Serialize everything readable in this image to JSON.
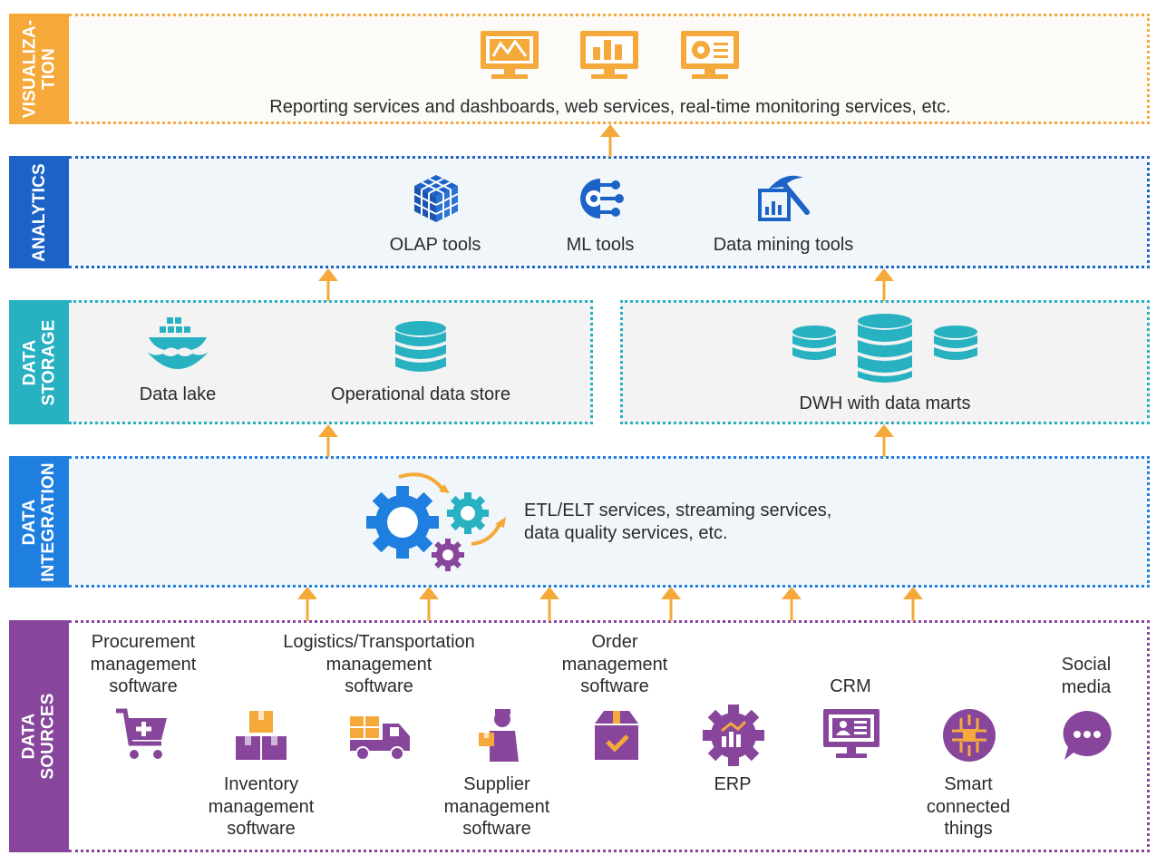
{
  "colors": {
    "visualization": "#f5a93a",
    "analytics": "#1d63c7",
    "storage": "#27b1c1",
    "integration": "#1f7fe0",
    "sources": "#87469b",
    "arrow": "#f5a93a"
  },
  "layers": {
    "visualization": {
      "tab": "VISUALIZA-\nTION",
      "text": "Reporting services and dashboards, web services, real-time monitoring services, etc.",
      "icons": [
        "report-monitor-icon",
        "bar-chart-monitor-icon",
        "pie-chart-monitor-icon"
      ]
    },
    "analytics": {
      "tab": "ANALYTICS",
      "items": [
        {
          "label": "OLAP tools",
          "icon": "olap-cube-icon"
        },
        {
          "label": "ML tools",
          "icon": "ml-brain-icon"
        },
        {
          "label": "Data mining tools",
          "icon": "data-mining-pickaxe-icon"
        }
      ]
    },
    "storage": {
      "tab": "DATA\nSTORAGE",
      "items": [
        {
          "label": "Data lake",
          "icon": "data-lake-ship-icon"
        },
        {
          "label": "Operational data store",
          "icon": "database-icon"
        },
        {
          "label": "DWH with data marts",
          "icon": "database-cluster-icon"
        }
      ]
    },
    "integration": {
      "tab": "DATA\nINTEGRATION",
      "text": "ETL/ELT services, streaming services,\ndata quality services, etc.",
      "icon": "gears-icon"
    },
    "sources": {
      "tab": "DATA SOURCES",
      "items": [
        {
          "label": "Procurement\nmanagement\nsoftware",
          "icon": "shopping-cart-icon"
        },
        {
          "label": "Inventory\nmanagement\nsoftware",
          "icon": "boxes-icon"
        },
        {
          "label": "Logistics/Transportation\nmanagement\nsoftware",
          "icon": "delivery-truck-icon"
        },
        {
          "label": "Supplier\nmanagement\nsoftware",
          "icon": "courier-icon"
        },
        {
          "label": "Order\nmanagement\nsoftware",
          "icon": "order-box-icon"
        },
        {
          "label": "ERP",
          "icon": "erp-gear-icon"
        },
        {
          "label": "CRM",
          "icon": "crm-monitor-icon"
        },
        {
          "label": "Smart\nconnected\nthings",
          "icon": "iot-chip-icon"
        },
        {
          "label": "Social\nmedia",
          "icon": "chat-bubble-icon"
        }
      ]
    }
  }
}
